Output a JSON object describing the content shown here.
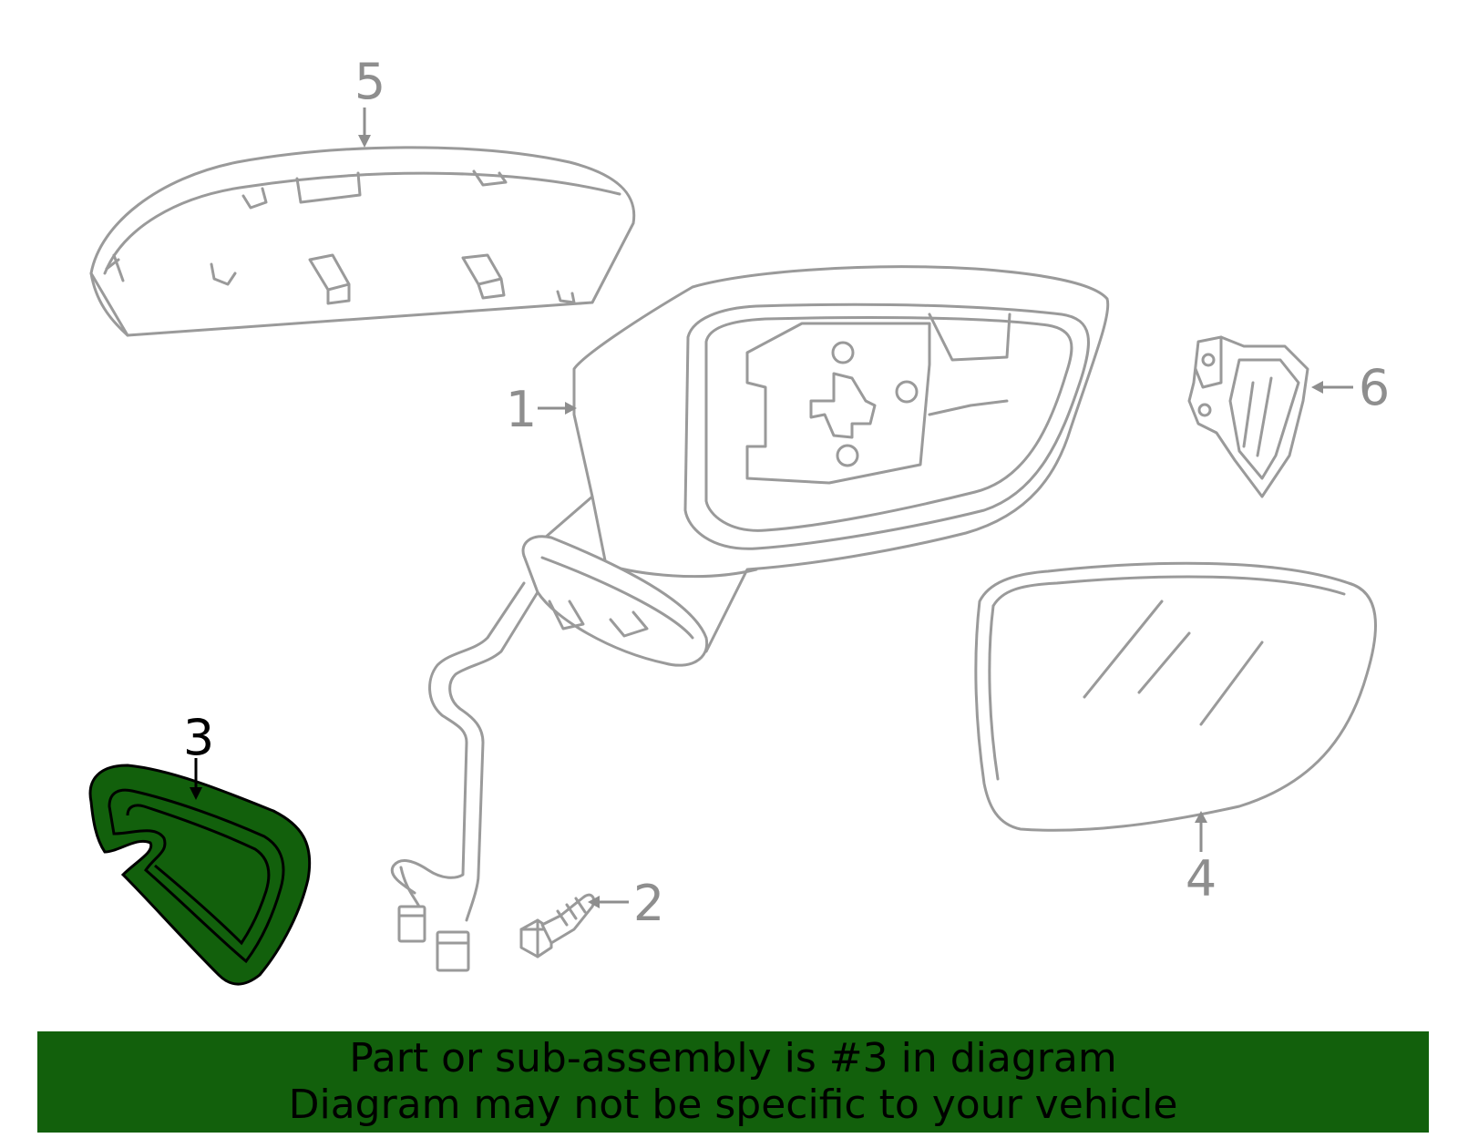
{
  "diagram": {
    "callouts": [
      {
        "id": "1",
        "label": "1"
      },
      {
        "id": "2",
        "label": "2"
      },
      {
        "id": "3",
        "label": "3"
      },
      {
        "id": "4",
        "label": "4"
      },
      {
        "id": "5",
        "label": "5"
      },
      {
        "id": "6",
        "label": "6"
      }
    ],
    "highlighted_part": "3",
    "colors": {
      "highlight": "#12600c",
      "outline": "#9a9a9a",
      "callout_text": "#8e8e8e",
      "active_callout_text": "#000000"
    }
  },
  "banner": {
    "line1": "Part or sub-assembly is #3 in diagram",
    "line2": "Diagram may not be specific to your vehicle",
    "background": "#12600c"
  }
}
